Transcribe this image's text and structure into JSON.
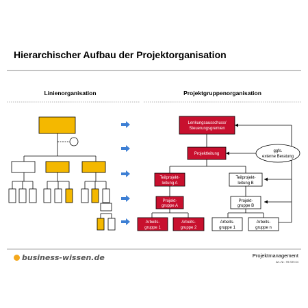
{
  "title": "Hierarchischer Aufbau der Projektorganisation",
  "left_heading": "Linienorganisation",
  "right_heading": "Projektgruppenorganisation",
  "nodes": {
    "lenkung_line1": "Lenkungsausschuss/",
    "lenkung_line2": "Steuerungsgremien",
    "projektleitung": "Projektleitung",
    "beratung_line1": "ggfs.",
    "beratung_line2": "externe Beratung",
    "tp_a_line1": "Teilprojekt-",
    "tp_a_line2": "leitung A",
    "tp_b_line1": "Teilprojekt-",
    "tp_b_line2": "leitung B",
    "pg_a_line1": "Projekt-",
    "pg_a_line2": "gruppe A",
    "pg_b_line1": "Projekt-",
    "pg_b_line2": "gruppe B",
    "ag1_red_line1": "Arbeits-",
    "ag1_red_line2": "gruppe 1",
    "ag2_red_line1": "Arbeits-",
    "ag2_red_line2": "gruppe 2",
    "ag1_white_line1": "Arbeits-",
    "ag1_white_line2": "gruppe 1",
    "agn_white_line1": "Arbeits-",
    "agn_white_line2": "gruppe n"
  },
  "footer": {
    "logo": "business-wissen.de",
    "label": "Projektmanagement",
    "art_nr": "Art.-Nr.: 99.S99.04"
  },
  "colors": {
    "highlight": "#f4b800",
    "project_red": "#c8102e",
    "arrow_blue": "#3d7fd4",
    "logo_orange": "#f4a81d"
  }
}
